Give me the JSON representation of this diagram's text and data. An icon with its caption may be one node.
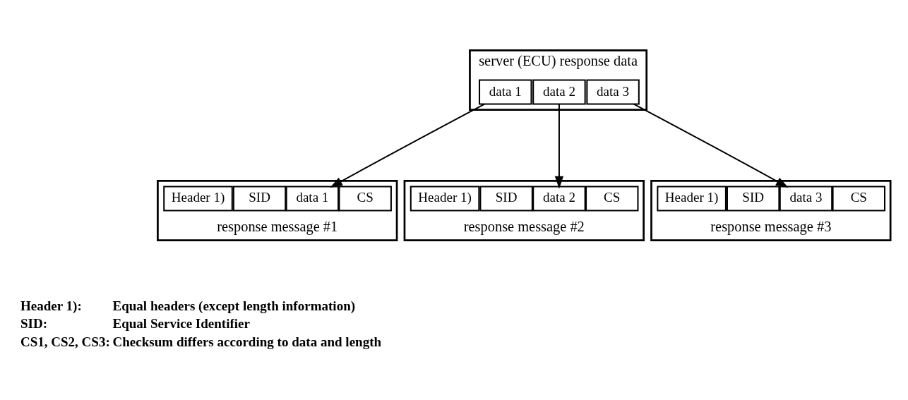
{
  "diagram": {
    "nodes": [
      {
        "text": [
          "server (ECU) response data"
        ]
      },
      {
        "text": [
          "data 1"
        ],
        "in": 0
      },
      {
        "text": [
          "data 2"
        ],
        "in": 0
      },
      {
        "text": [
          "data 3"
        ],
        "in": 0
      },
      {
        "text": [
          "response message #1"
        ]
      },
      {
        "text": [
          "Header 1)"
        ],
        "in": 4
      },
      {
        "text": [
          "SID"
        ],
        "in": 4
      },
      {
        "text": [
          "data 1"
        ],
        "in": 4
      },
      {
        "text": [
          "CS"
        ],
        "in": 4
      },
      {
        "text": [
          "response message #2"
        ]
      },
      {
        "text": [
          "Header 1)"
        ],
        "in": 9
      },
      {
        "text": [
          "SID"
        ],
        "in": 9
      },
      {
        "text": [
          "data 2"
        ],
        "in": 9
      },
      {
        "text": [
          "CS"
        ],
        "in": 9
      },
      {
        "text": [
          "response message #3"
        ]
      },
      {
        "text": [
          "Header 1)"
        ],
        "in": 14
      },
      {
        "text": [
          "SID"
        ],
        "in": 14
      },
      {
        "text": [
          "data 3"
        ],
        "in": 14
      },
      {
        "text": [
          "CS"
        ],
        "in": 14
      }
    ],
    "edges": [
      {
        "from": 1,
        "to": 7,
        "arrow": "to"
      },
      {
        "from": 2,
        "to": 12,
        "arrow": "to"
      },
      {
        "from": 3,
        "to": 17,
        "arrow": "to"
      }
    ],
    "labels": [
      "Header 1):",
      "Equal headers (except length information)",
      "SID:",
      "Equal Service Identifier",
      "CS1, CS2, CS3:",
      "Checksum differs according to data and length"
    ]
  }
}
